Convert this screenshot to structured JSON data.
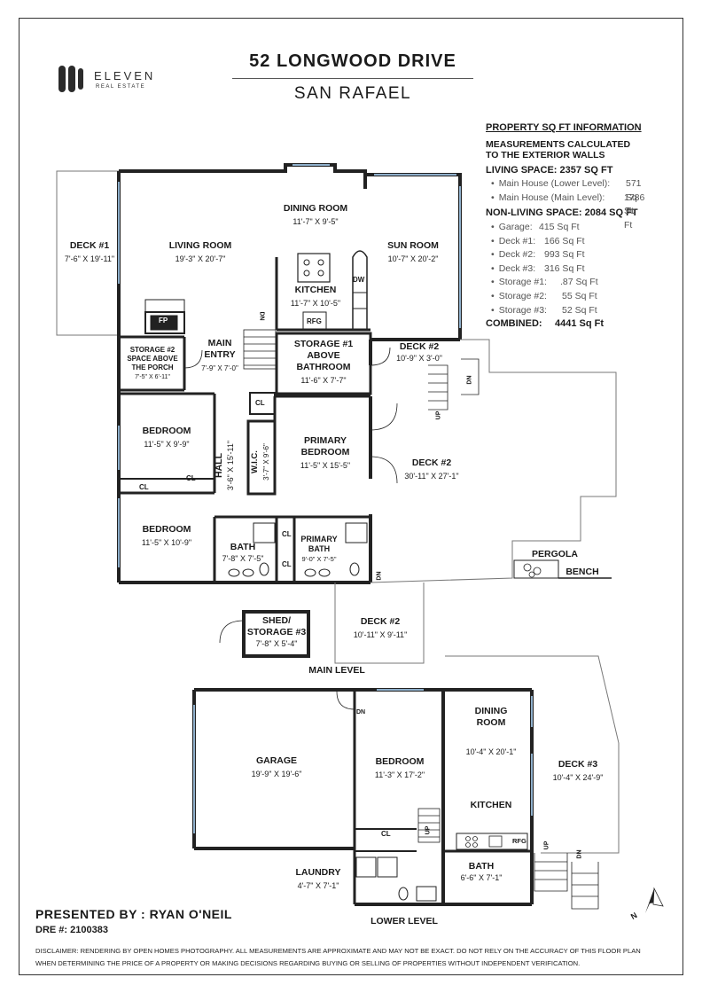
{
  "header": {
    "address": "52 LONGWOOD DRIVE",
    "city": "SAN RAFAEL",
    "brand": "ELEVEN",
    "brand_sub": "REAL ESTATE"
  },
  "info": {
    "heading": "PROPERTY SQ FT INFORMATION",
    "note_line1": "MEASUREMENTS CALCULATED",
    "note_line2": "TO THE EXTERIOR WALLS",
    "living_heading": "LIVING SPACE: 2357 SQ FT",
    "living_items": [
      {
        "label": "Main House (Lower Level):",
        "value": "571 Sq Ft"
      },
      {
        "label": "Main House (Main Level):",
        "value": "1786 Sq Ft"
      }
    ],
    "nonliving_heading": "NON-LIVING SPACE: 2084 SQ FT",
    "nonliving_items": [
      {
        "label": "Garage:",
        "value": "415 Sq Ft"
      },
      {
        "label": "Deck #1:",
        "value": "166 Sq Ft"
      },
      {
        "label": "Deck #2:",
        "value": "993 Sq Ft"
      },
      {
        "label": "Deck #3:",
        "value": "316 Sq Ft"
      },
      {
        "label": "Storage #1:",
        "value": ".87 Sq Ft"
      },
      {
        "label": "Storage #2:",
        "value": "55 Sq Ft"
      },
      {
        "label": "Storage #3:",
        "value": "52 Sq Ft"
      }
    ],
    "combined_label": "COMBINED:",
    "combined_value": "4441 Sq Ft"
  },
  "rooms": {
    "deck1": {
      "name": "DECK #1",
      "dim": "7'-6\" X 19'-11\""
    },
    "living": {
      "name": "LIVING ROOM",
      "dim": "19'-3\" X 20'-7\""
    },
    "dining": {
      "name": "DINING ROOM",
      "dim": "11'-7\" X 9'-5\""
    },
    "sun": {
      "name": "SUN ROOM",
      "dim": "10'-7\" X 20'-2\""
    },
    "kitchen": {
      "name": "KITCHEN",
      "dim": "11'-7\" X 10'-5\""
    },
    "storage1": {
      "name1": "STORAGE #1",
      "name2": "ABOVE",
      "name3": "BATHROOM",
      "dim": "11'-6\" X 7'-7\""
    },
    "storage2": {
      "name1": "STORAGE #2",
      "name2": "SPACE ABOVE",
      "name3": "THE PORCH",
      "dim": "7'-5\" X 6'-11\""
    },
    "entry": {
      "name1": "MAIN",
      "name2": "ENTRY",
      "dim": "7'-9\" X 7'-0\""
    },
    "deck2a": {
      "name": "DECK #2",
      "dim": "10'-9\" X 3'-0\""
    },
    "deck2b": {
      "name": "DECK #2",
      "dim": "30'-11\" X 27'-1\""
    },
    "deck2c": {
      "name": "DECK #2",
      "dim": "10'-11\" X 9'-11\""
    },
    "bed1": {
      "name": "BEDROOM",
      "dim": "11'-5\" X 9'-9\""
    },
    "bed2": {
      "name": "BEDROOM",
      "dim": "11'-5\" X 10'-9\""
    },
    "hall": {
      "name": "HALL",
      "dim": "3'-6\" X 15'-11\""
    },
    "wic": {
      "name": "W.I.C.",
      "dim": "3'-7\" X 9'-6\""
    },
    "primary_bed": {
      "name1": "PRIMARY",
      "name2": "BEDROOM",
      "dim": "11'-5\" X 15'-5\""
    },
    "bath": {
      "name": "BATH",
      "dim": "7'-8\" X 7'-5\""
    },
    "primary_bath": {
      "name1": "PRIMARY",
      "name2": "BATH",
      "dim": "9'-0\" X 7'-5\""
    },
    "shed": {
      "name1": "SHED/",
      "name2": "STORAGE #3",
      "dim": "7'-8\" X 5'-4\""
    },
    "pergola": {
      "name": "PERGOLA"
    },
    "bench": {
      "name": "BENCH"
    },
    "garage": {
      "name": "GARAGE",
      "dim": "19'-9\" X 19'-6\""
    },
    "lower_bed": {
      "name": "BEDROOM",
      "dim": "11'-3\" X 17'-2\""
    },
    "lower_dining": {
      "name1": "DINING",
      "name2": "ROOM",
      "dim": "10'-4\" X 20'-1\""
    },
    "lower_kitchen": {
      "name": "KITCHEN"
    },
    "deck3": {
      "name": "DECK #3",
      "dim": "10'-4\" X 24'-9\""
    },
    "laundry": {
      "name": "LAUNDRY",
      "dim": "4'-7\" X 7'-1\""
    },
    "lower_bath": {
      "name": "BATH",
      "dim": "6'-6\" X 7'-1\""
    }
  },
  "small_labels": {
    "fp": "FP",
    "cl": "CL",
    "dw": "DW",
    "rfg": "RFG",
    "dn": "DN",
    "up": "UP"
  },
  "levels": {
    "main": "MAIN LEVEL",
    "lower": "LOWER LEVEL"
  },
  "footer": {
    "presented": "PRESENTED BY : RYAN O'NEIL",
    "dre": "DRE #: 2100383",
    "disclaimer_line1": "DISCLAIMER: RENDERING BY OPEN HOMES PHOTOGRAPHY. ALL MEASUREMENTS ARE APPROXIMATE AND MAY NOT BE EXACT. DO NOT RELY ON THE ACCURACY OF THIS FLOOR PLAN",
    "disclaimer_line2": "WHEN DETERMINING THE PRICE OF A PROPERTY OR MAKING DECISIONS REGARDING BUYING OR SELLING OF PROPERTIES WITHOUT INDEPENDENT VERIFICATION."
  },
  "compass": {
    "label": "N"
  }
}
